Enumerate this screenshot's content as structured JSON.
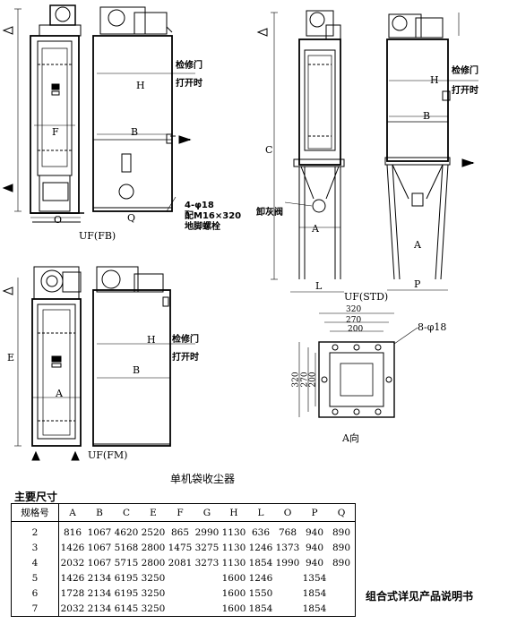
{
  "figure": {
    "labels": {
      "H": "H",
      "B": "B",
      "F": "F",
      "O": "O",
      "Q": "Q",
      "C": "C",
      "E": "E",
      "A": "A",
      "L": "L",
      "P": "P",
      "inspection_door": "检修门",
      "when_open": "打开时",
      "bolt_line1": "4-φ18",
      "bolt_line2": "配M16×320",
      "bolt_line3": "地脚螺栓",
      "ash_valve": "卸灰阀",
      "uf_fb": "UF(FB)",
      "uf_fm": "UF(FM)",
      "uf_std": "UF(STD)",
      "dim_320": "320",
      "dim_270": "270",
      "dim_200": "200",
      "holes": "8-φ18",
      "view_a": "A向"
    }
  },
  "caption": "单机袋收尘器",
  "table_title": "主要尺寸",
  "table": {
    "headers": [
      "规格号",
      "A",
      "B",
      "C",
      "E",
      "F",
      "G",
      "H",
      "L",
      "O",
      "P",
      "Q"
    ],
    "rows": [
      [
        "2",
        "816",
        "1067",
        "4620",
        "2520",
        "865",
        "2990",
        "1130",
        "636",
        "768",
        "940",
        "890"
      ],
      [
        "3",
        "1426",
        "1067",
        "5168",
        "2800",
        "1475",
        "3275",
        "1130",
        "1246",
        "1373",
        "940",
        "890"
      ],
      [
        "4",
        "2032",
        "1067",
        "5715",
        "2800",
        "2081",
        "3273",
        "1130",
        "1854",
        "1990",
        "940",
        "890"
      ],
      [
        "5",
        "1426",
        "2134",
        "6195",
        "3250",
        "",
        "",
        "1600",
        "1246",
        "",
        "1354",
        ""
      ],
      [
        "6",
        "1728",
        "2134",
        "6195",
        "3250",
        "",
        "",
        "1600",
        "1550",
        "",
        "1854",
        ""
      ],
      [
        "7",
        "2032",
        "2134",
        "6145",
        "3250",
        "",
        "",
        "1600",
        "1854",
        "",
        "1854",
        ""
      ]
    ]
  },
  "note": "组合式详见产品说明书"
}
